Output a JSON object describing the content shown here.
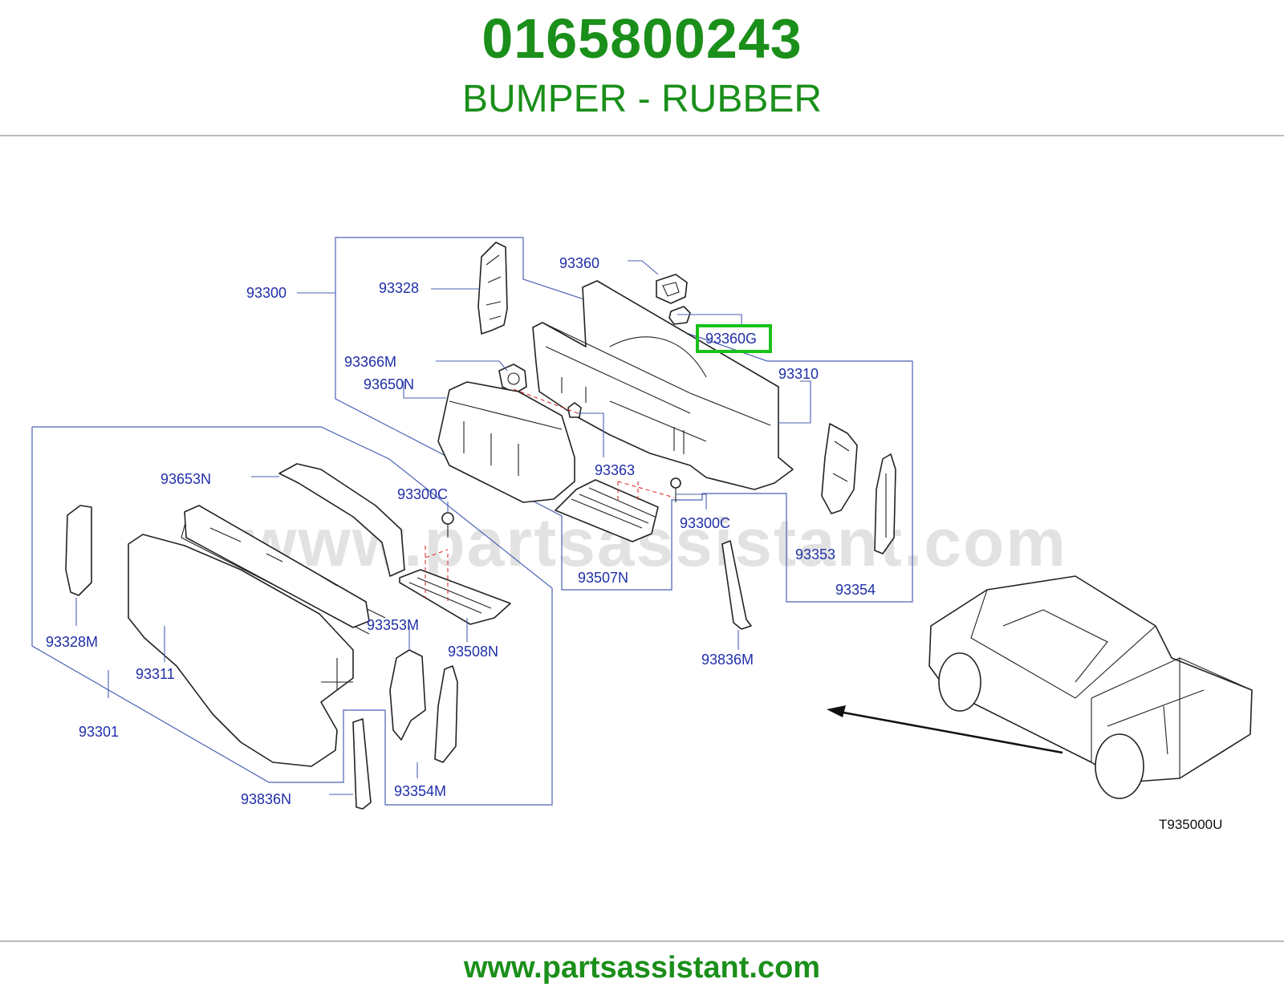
{
  "header": {
    "part_number": "0165800243",
    "part_name": "BUMPER - RUBBER"
  },
  "footer": {
    "url": "www.partsassistant.com"
  },
  "diagram": {
    "watermark": "www.partsassistant.com",
    "drawing_code": "T935000U",
    "highlighted_callout": "93360G",
    "callouts": {
      "c93300": "93300",
      "c93328": "93328",
      "c93360": "93360",
      "c93360G": "93360G",
      "c93366M": "93366M",
      "c93650N": "93650N",
      "c93310": "93310",
      "c93653N": "93653N",
      "c93363": "93363",
      "c93300C_left": "93300C",
      "c93300C_right": "93300C",
      "c93353": "93353",
      "c93507N": "93507N",
      "c93354": "93354",
      "c93353M": "93353M",
      "c93328M": "93328M",
      "c93508N": "93508N",
      "c93311": "93311",
      "c93836M": "93836M",
      "c93301": "93301",
      "c93836N": "93836N",
      "c93354M": "93354M"
    },
    "colors": {
      "brand_green": "#1a8f1a",
      "callout_blue": "#1f2fa8",
      "highlight_green": "#19c219"
    }
  }
}
